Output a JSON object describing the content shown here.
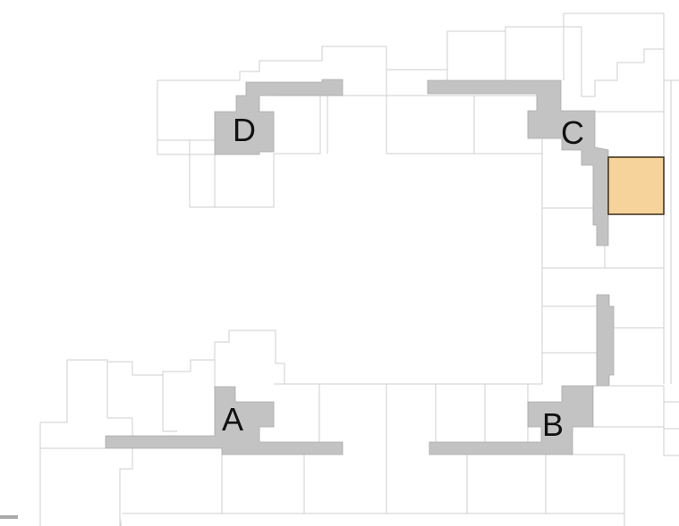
{
  "map": {
    "areas": [
      {
        "id": "A",
        "label": "A"
      },
      {
        "id": "B",
        "label": "B"
      },
      {
        "id": "C",
        "label": "C"
      },
      {
        "id": "D",
        "label": "D"
      }
    ],
    "highlighted_room": {
      "near": "C"
    },
    "colors": {
      "corridor": "#c3c3c3",
      "highlight": "#f5d39b",
      "highlight_border": "#3a2a1a",
      "room_outline": "#cfcfcf"
    }
  }
}
